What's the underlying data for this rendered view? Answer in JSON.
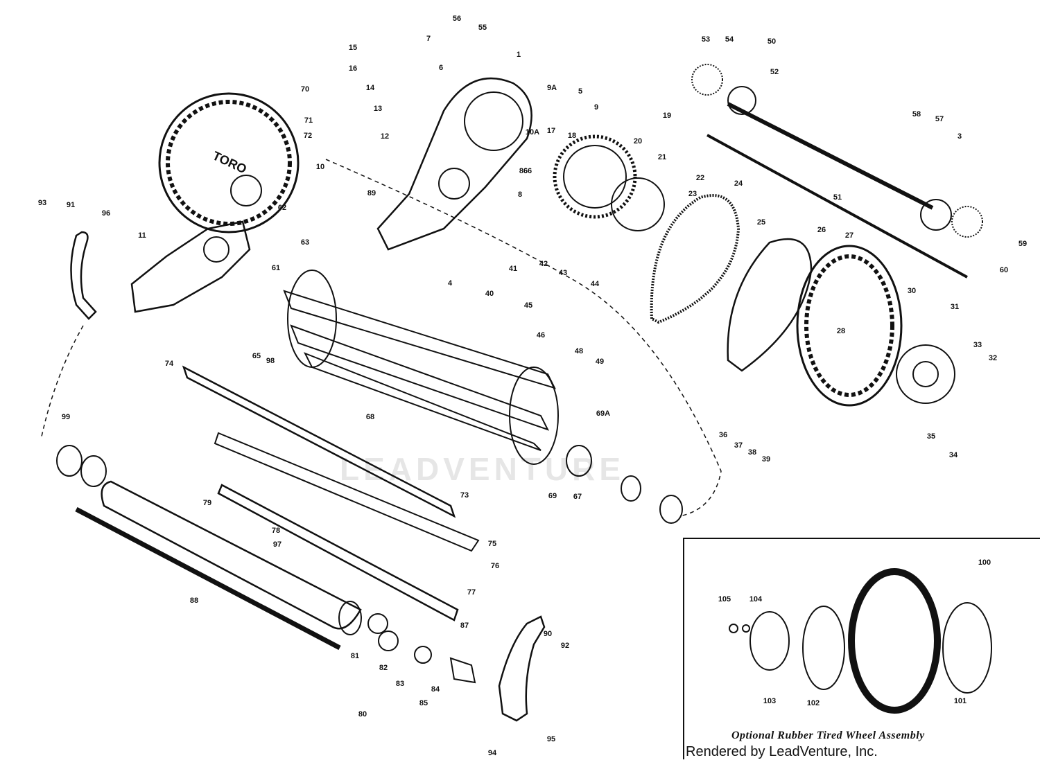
{
  "inset": {
    "caption": "Optional Rubber Tired Wheel Assembly"
  },
  "credit": "Rendered by LeadVenture, Inc.",
  "watermark": "LEADVENTURE",
  "brand_logo_text": "TORO",
  "colors": {
    "ink": "#111111",
    "paper": "#ffffff",
    "watermark": "#e6e6e6"
  },
  "callouts": [
    "1",
    "3",
    "4",
    "5",
    "6",
    "7",
    "8",
    "9",
    "9A",
    "10",
    "10A",
    "11",
    "12",
    "13",
    "14",
    "15",
    "16",
    "17",
    "18",
    "19",
    "20",
    "21",
    "22",
    "23",
    "24",
    "25",
    "26",
    "27",
    "28",
    "30",
    "31",
    "32",
    "33",
    "34",
    "35",
    "36",
    "37",
    "38",
    "39",
    "40",
    "41",
    "42",
    "43",
    "44",
    "45",
    "46",
    "48",
    "49",
    "50",
    "51",
    "52",
    "53",
    "54",
    "55",
    "56",
    "57",
    "58",
    "59",
    "60",
    "61",
    "62",
    "63",
    "65",
    "66",
    "67",
    "68",
    "69",
    "69A",
    "70",
    "71",
    "72",
    "73",
    "74",
    "75",
    "76",
    "77",
    "78",
    "79",
    "80",
    "81",
    "82",
    "83",
    "84",
    "85",
    "86",
    "87",
    "88",
    "89",
    "90",
    "91",
    "92",
    "93",
    "94",
    "95",
    "96",
    "97",
    "98",
    "99",
    "100",
    "101",
    "102",
    "103",
    "104",
    "105"
  ]
}
